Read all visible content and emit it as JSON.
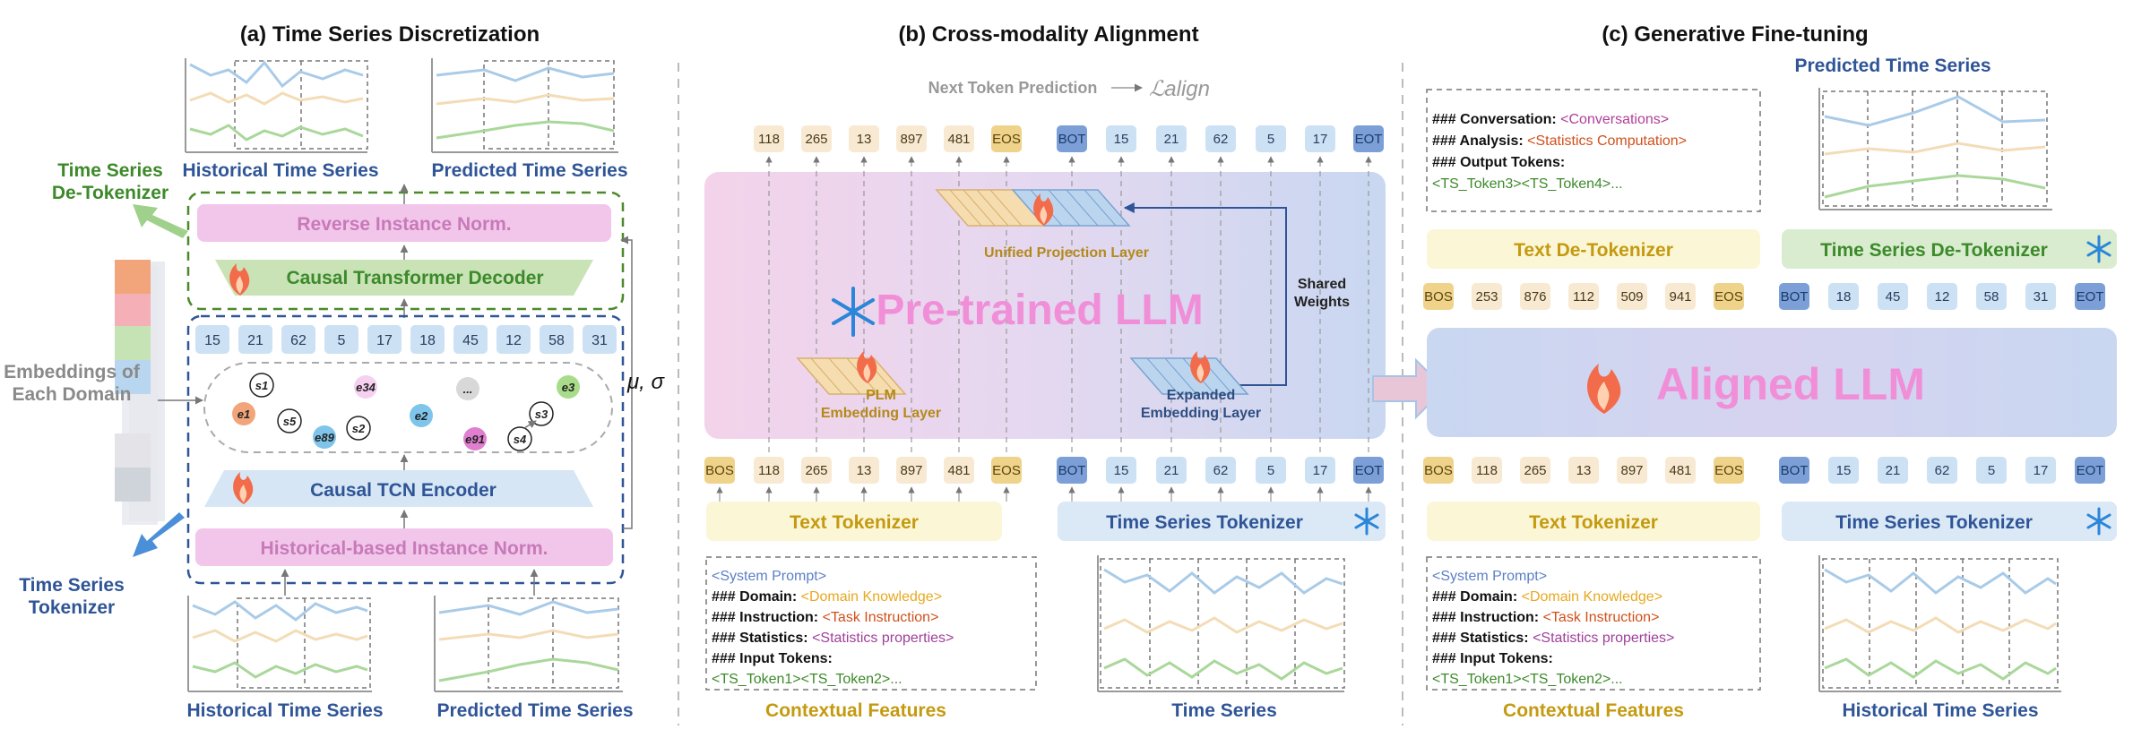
{
  "titles": {
    "a": "(a) Time Series Discretization",
    "b": "(b) Cross-modality Alignment",
    "c": "(c) Generative Fine-tuning"
  },
  "panel_a": {
    "hist_top": "Historical Time Series",
    "pred_top": "Predicted Time Series",
    "detok_1": "Time Series",
    "detok_2": "De-Tokenizer",
    "reverse_norm": "Reverse Instance Norm.",
    "decoder": "Causal Transformer Decoder",
    "codes": [
      "15",
      "21",
      "62",
      "5",
      "17",
      "18",
      "45",
      "12",
      "58",
      "31"
    ],
    "embed_1": "Embeddings of",
    "embed_2": "Each Domain",
    "mu_sigma": "μ, σ",
    "encoder": "Causal TCN Encoder",
    "inst_norm": "Historical-based Instance Norm.",
    "tok_1": "Time Series",
    "tok_2": "Tokenizer",
    "hist_bottom": "Historical Time Series",
    "pred_bottom": "Predicted Time Series",
    "codebook": [
      "s1",
      "e1",
      "s5",
      "e89",
      "s2",
      "e34",
      "e2",
      "...",
      "e91",
      "s4",
      "s3",
      "e3"
    ]
  },
  "panel_b": {
    "next_token": "Next Token Prediction",
    "loss": "ℒalign",
    "out_tokens": [
      "118",
      "265",
      "13",
      "897",
      "481",
      "EOS",
      "BOT",
      "15",
      "21",
      "62",
      "5",
      "17",
      "EOT"
    ],
    "in_tokens": [
      "BOS",
      "118",
      "265",
      "13",
      "897",
      "481",
      "EOS",
      "BOT",
      "15",
      "21",
      "62",
      "5",
      "17",
      "EOT"
    ],
    "llm": "Pre-trained LLM",
    "proj": "Unified Projection Layer",
    "shared_1": "Shared",
    "shared_2": "Weights",
    "plm_1": "PLM",
    "plm_2": "Embedding Layer",
    "exp_1": "Expanded",
    "exp_2": "Embedding Layer",
    "text_tok": "Text Tokenizer",
    "ts_tok": "Time Series Tokenizer",
    "prompt_lines": [
      {
        "key": "",
        "val": "<System Prompt>",
        "color": "#5b7fc7"
      },
      {
        "key": "### Domain: ",
        "val": "<Domain Knowledge>",
        "color": "#e8a820"
      },
      {
        "key": "### Instruction: ",
        "val": "<Task Instruction>",
        "color": "#d0501a"
      },
      {
        "key": "### Statistics: ",
        "val": "<Statistics properties>",
        "color": "#a0409a"
      },
      {
        "key": "### Input Tokens:",
        "val": "",
        "color": "#111"
      },
      {
        "key": "",
        "val": "<TS_Token1><TS_Token2>...",
        "color": "#3d8a2a"
      }
    ],
    "ctx": "Contextual Features",
    "ts": "Time Series"
  },
  "panel_c": {
    "conv_lines": [
      {
        "key": "### Conversation: ",
        "val": "<Conversations>",
        "color": "#b0409a"
      },
      {
        "key": "### Analysis: ",
        "val": "<Statistics Computation>",
        "color": "#d0501a"
      },
      {
        "key": "### Output Tokens:",
        "val": "",
        "color": "#111"
      },
      {
        "key": "",
        "val": "<TS_Token3><TS_Token4>...",
        "color": "#3d8a2a"
      }
    ],
    "pred": "Predicted Time Series",
    "text_detok": "Text De-Tokenizer",
    "ts_detok": "Time Series De-Tokenizer",
    "text_out": [
      "BOS",
      "253",
      "876",
      "112",
      "509",
      "941",
      "EOS"
    ],
    "ts_out": [
      "BOT",
      "18",
      "45",
      "12",
      "58",
      "31",
      "EOT"
    ],
    "llm": "Aligned LLM",
    "text_in": [
      "BOS",
      "118",
      "265",
      "13",
      "897",
      "481",
      "EOS"
    ],
    "ts_in": [
      "BOT",
      "15",
      "21",
      "62",
      "5",
      "17",
      "EOT"
    ],
    "text_tok": "Text Tokenizer",
    "ts_tok": "Time Series Tokenizer",
    "prompt_lines": [
      {
        "key": "",
        "val": "<System Prompt>",
        "color": "#5b7fc7"
      },
      {
        "key": "### Domain: ",
        "val": "<Domain Knowledge>",
        "color": "#e8a820"
      },
      {
        "key": "### Instruction: ",
        "val": "<Task Instruction>",
        "color": "#d0501a"
      },
      {
        "key": "### Statistics: ",
        "val": "<Statistics properties>",
        "color": "#a0409a"
      },
      {
        "key": "### Input Tokens:",
        "val": "",
        "color": "#111"
      },
      {
        "key": "",
        "val": "<TS_Token1><TS_Token2>...",
        "color": "#3d8a2a"
      }
    ],
    "ctx": "Contextual Features",
    "hist": "Historical Time Series"
  }
}
